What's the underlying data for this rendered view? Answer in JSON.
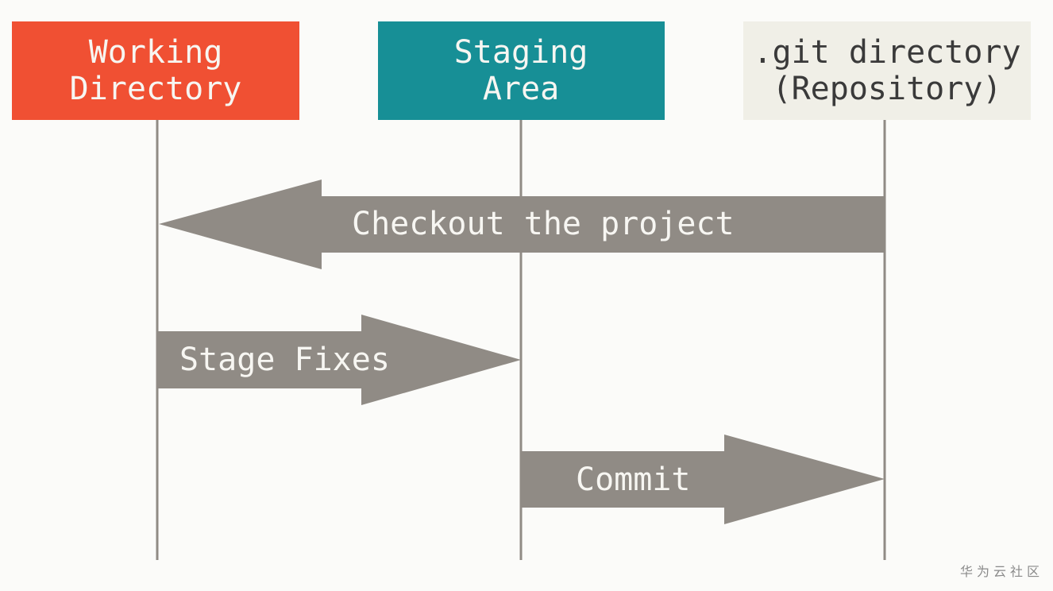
{
  "stages": [
    {
      "id": "working",
      "lines": [
        "Working",
        "Directory"
      ],
      "fill": "#f05033",
      "text_color": "#f7f6f2"
    },
    {
      "id": "staging",
      "lines": [
        "Staging",
        "Area"
      ],
      "fill": "#178f96",
      "text_color": "#f7f6f2"
    },
    {
      "id": "repository",
      "lines": [
        ".git directory",
        "(Repository)"
      ],
      "fill": "#f0efe7",
      "text_color": "#3a3a3a"
    }
  ],
  "arrows": [
    {
      "id": "checkout",
      "label": "Checkout the project",
      "from": "repository",
      "to": "working"
    },
    {
      "id": "stage-fixes",
      "label": "Stage Fixes",
      "from": "working",
      "to": "staging"
    },
    {
      "id": "commit",
      "label": "Commit",
      "from": "staging",
      "to": "repository"
    }
  ],
  "colors": {
    "arrow": "#908b85",
    "lifeline": "#908b85",
    "background": "#fbfbf9"
  },
  "watermark": "华为云社区"
}
